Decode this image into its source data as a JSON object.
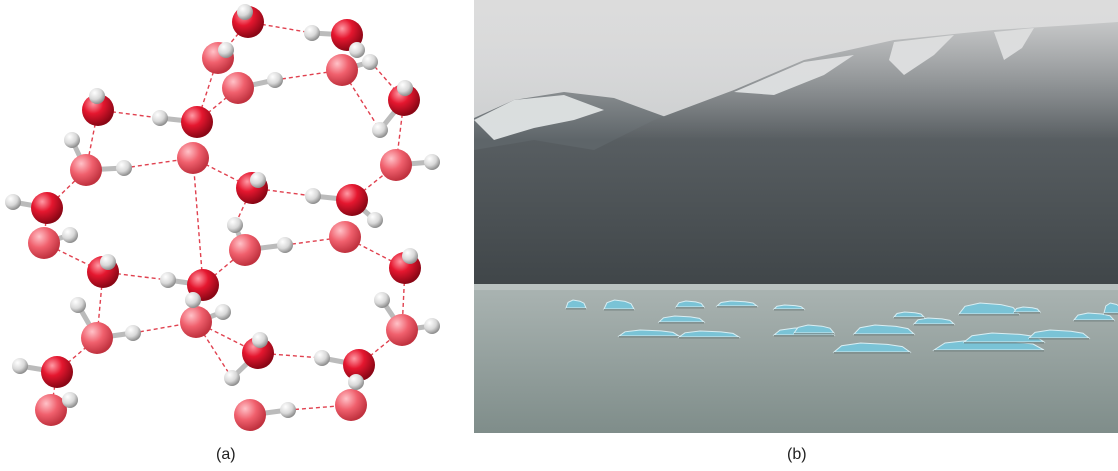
{
  "panels": [
    {
      "caption": "(a)",
      "subject": "ice-crystal-lattice-model"
    },
    {
      "caption": "(b)",
      "subject": "icebergs-in-glacial-lake-photo"
    }
  ],
  "colors": {
    "oxygen": "#d9142c",
    "hydrogen": "#e6e6e6",
    "hydrogen_bond": "#e0414f",
    "sky": "#c9cccd",
    "mountain": "#4d5357",
    "water": "#8e9b98",
    "ice": "#7ac3d6"
  }
}
